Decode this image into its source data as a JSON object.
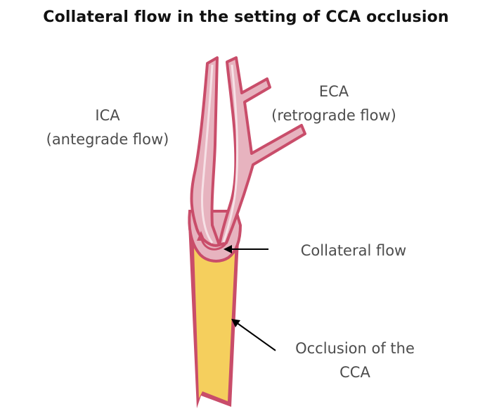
{
  "title": "Collateral flow in the setting of CCA occlusion",
  "labels": {
    "ica": [
      "ICA",
      "(antegrade flow)"
    ],
    "eca": [
      "ECA",
      "(retrograde flow)"
    ],
    "collateral": "Collateral flow",
    "occlusion": [
      "Occlusion of the",
      "CCA"
    ]
  },
  "colors": {
    "vessel_outline": "#c94d6a",
    "vessel_lumen": "#e7b3bf",
    "occlusion_fill": "#f5cf5d",
    "arrow": "#000000",
    "label_text": "#4d4d4d",
    "title_text": "#111111"
  }
}
